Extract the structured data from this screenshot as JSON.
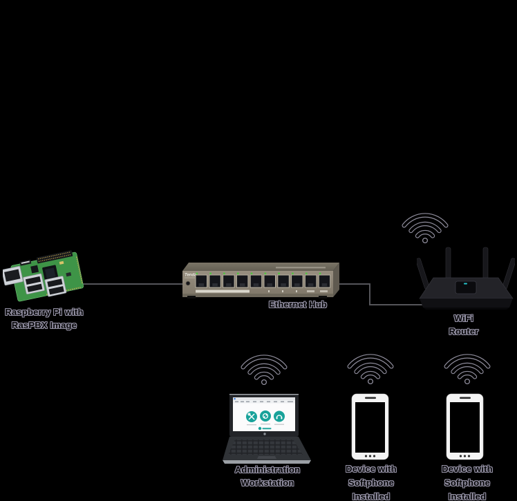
{
  "colors": {
    "background": "#000000",
    "label_text": "#060608",
    "label_halo": "#9693a6",
    "cable": "#55555a",
    "wifi_outline": "#8f8d9c",
    "hub_body": "#8d8577",
    "hub_led_green": "#52c241",
    "pi_board_green": "#3e9447",
    "router_body": "#232328",
    "router_led_teal": "#27c7cf",
    "laptop_accent_teal": "#18a29a",
    "phone_body": "#f4f4f4"
  },
  "nodes": {
    "pi": {
      "name": "raspberry-pi",
      "label": {
        "line1": "Raspberry Pi with",
        "line2": "RasPBX Image"
      }
    },
    "hub": {
      "name": "ethernet-hub",
      "brand": "Tenda",
      "label": {
        "line1": "Ethernet Hub"
      }
    },
    "router": {
      "name": "wifi-router",
      "label": {
        "line1": "WiFi",
        "line2": "Router"
      }
    },
    "workstation": {
      "name": "administration-workstation",
      "label": {
        "line1": "Administration",
        "line2": "Workstation"
      }
    },
    "phone1": {
      "name": "softphone-device-1",
      "label": {
        "line1": "Device with",
        "line2": "Softphone",
        "line3": "Installed"
      }
    },
    "phone2": {
      "name": "softphone-device-2",
      "label": {
        "line1": "Device with",
        "line2": "Softphone",
        "line3": "Installed"
      }
    }
  },
  "connections": [
    {
      "from": "raspberry-pi",
      "to": "ethernet-hub",
      "type": "wired-ethernet"
    },
    {
      "from": "ethernet-hub",
      "to": "wifi-router",
      "type": "wired-ethernet"
    },
    {
      "from": "wifi-router",
      "to": "administration-workstation",
      "type": "wireless-wifi"
    },
    {
      "from": "wifi-router",
      "to": "softphone-device-1",
      "type": "wireless-wifi"
    },
    {
      "from": "wifi-router",
      "to": "softphone-device-2",
      "type": "wireless-wifi"
    }
  ],
  "icons": {
    "wifi": "wifi-signal-icon"
  }
}
